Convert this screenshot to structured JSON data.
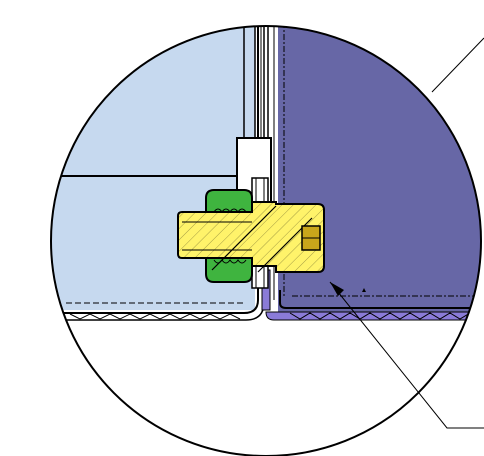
{
  "diagram": {
    "kind": "cad-detail-view",
    "description_visible": false,
    "colors": {
      "background": "#ffffff",
      "left_panel": "#c6d9ef",
      "right_panel": "#6767a6",
      "right_panel_trim": "#8a7bd8",
      "fitting": "#fff36a",
      "fitting_slot": "#c9a61b",
      "nut": "#3fb43f",
      "outline": "#000000",
      "hatch": "#000000",
      "leader": "#000000"
    },
    "parts": [
      {
        "id": "left-panel",
        "icon": "panel-region"
      },
      {
        "id": "right-panel",
        "icon": "panel-region"
      },
      {
        "id": "threaded-fitting",
        "icon": "fitting"
      },
      {
        "id": "upper-nut",
        "icon": "hex-nut"
      },
      {
        "id": "lower-nut",
        "icon": "hex-nut"
      },
      {
        "id": "seam-trim",
        "icon": "trim-channel"
      }
    ],
    "leaders": [
      {
        "id": "leader-top-right",
        "arrow": false
      },
      {
        "id": "leader-bottom-right",
        "arrow": true
      }
    ]
  }
}
